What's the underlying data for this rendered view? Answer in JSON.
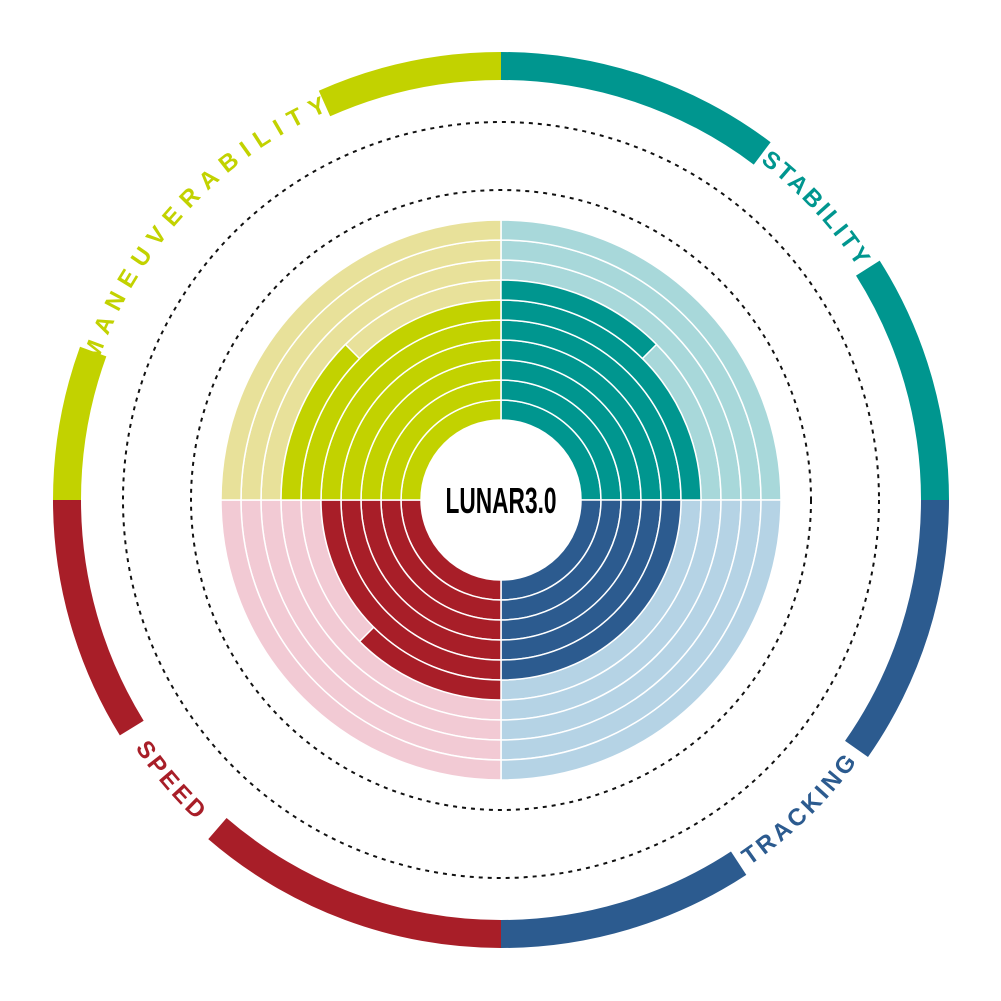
{
  "chart_data": {
    "type": "radial-bar",
    "title": "LUNAR3.0",
    "categories": [
      "STABILITY",
      "TRACKING",
      "SPEED",
      "MANEUVERABILITY"
    ],
    "values": [
      6.5,
      5,
      5.5,
      6.5
    ],
    "max": 10,
    "grid": true,
    "colors": {
      "STABILITY": {
        "dark": "#00968f",
        "light": "#a8d8da"
      },
      "TRACKING": {
        "dark": "#2c5b8f",
        "light": "#b5d3e5"
      },
      "SPEED": {
        "dark": "#a81e28",
        "light": "#f2cad4"
      },
      "MANEUVERABILITY": {
        "dark": "#c2d200",
        "light": "#e8e19a"
      }
    }
  }
}
